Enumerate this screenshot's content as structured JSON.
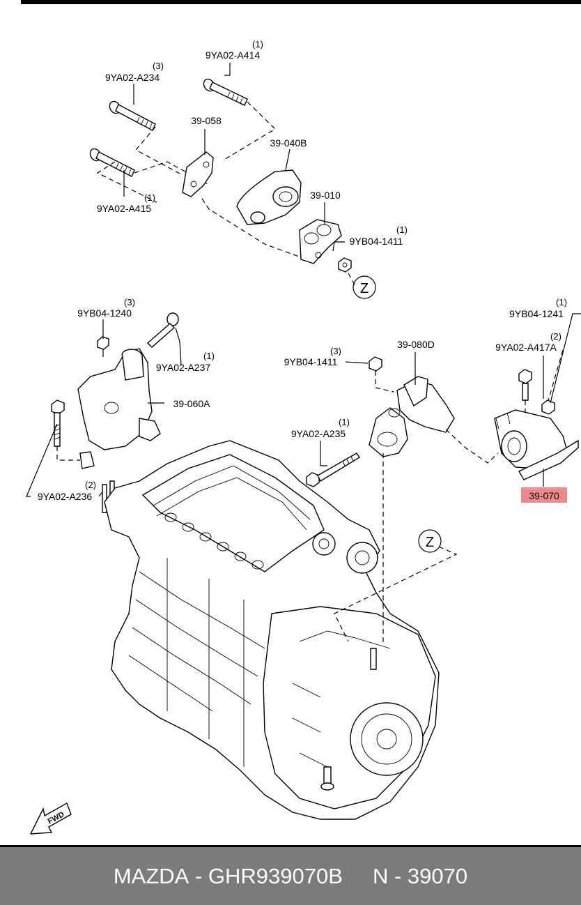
{
  "labels": {
    "l_a414": {
      "part": "9YA02-A414",
      "qty": "(1)"
    },
    "l_a234": {
      "part": "9YA02-A234",
      "qty": "(3)"
    },
    "l_058": {
      "part": "39-058"
    },
    "l_040b": {
      "part": "39-040B"
    },
    "l_a415": {
      "part": "9YA02-A415",
      "qty": "(1)"
    },
    "l_010": {
      "part": "39-010"
    },
    "l_1411a": {
      "part": "9YB04-1411",
      "qty": "(1)"
    },
    "l_1240": {
      "part": "9YB04-1240",
      "qty": "(3)"
    },
    "l_a237": {
      "part": "9YA02-A237",
      "qty": "(1)"
    },
    "l_060a": {
      "part": "39-060A"
    },
    "l_1411b": {
      "part": "9YB04-1411",
      "qty": "(3)"
    },
    "l_080d": {
      "part": "39-080D"
    },
    "l_a235": {
      "part": "9YA02-A235",
      "qty": "(1)"
    },
    "l_1241": {
      "part": "9YB04-1241",
      "qty": "(1)"
    },
    "l_a417a": {
      "part": "9YA02-A417A",
      "qty": "(2)"
    },
    "l_a236": {
      "part": "9YA02-A236",
      "qty": "(2)"
    },
    "l_070": {
      "part": "39-070"
    }
  },
  "refs": {
    "z_top": "Z",
    "z_mid": "Z"
  },
  "fwd": "FWD",
  "highlight_color": "#f08a8a",
  "footer": {
    "brand": "MAZDA",
    "sep": " - ",
    "part_number": "GHR939070B",
    "gap": "     ",
    "code": "N - 39070"
  }
}
